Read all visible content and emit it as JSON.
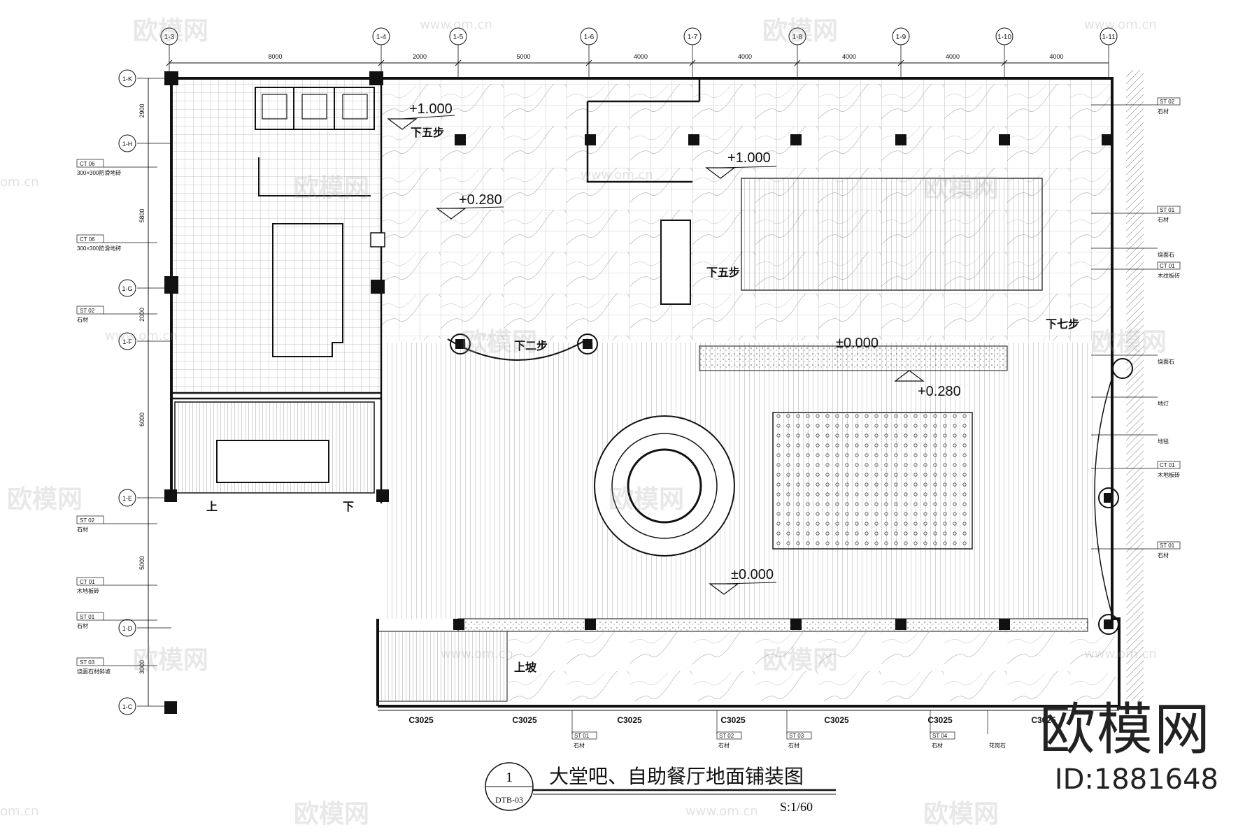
{
  "grid": {
    "columns": [
      "1-3",
      "1-4",
      "1-5",
      "1-6",
      "1-7",
      "1-8",
      "1-9",
      "1-10",
      "1-11"
    ],
    "column_dims": [
      "8000",
      "2000",
      "5000",
      "4000",
      "4000",
      "4000",
      "4000",
      "4000"
    ],
    "rows": [
      "1-K",
      "1-H",
      "1-G",
      "1-F",
      "1-E",
      "1-D",
      "1-C"
    ],
    "row_dims": [
      "2900",
      "5800",
      "2000",
      "6000",
      "5000",
      "3000"
    ]
  },
  "levels": {
    "upper": "+1.000",
    "upper2": "+1.000",
    "mid": "+0.280",
    "mid2": "+0.280",
    "step_band": "±0.000",
    "main": "±0.000"
  },
  "step_notes": {
    "down_five_a": "下五步",
    "down_five_b": "下五步",
    "down_two": "下二步",
    "down_seven": "下七步",
    "up_ramp": "上坡",
    "stair_up": "上",
    "stair_down": "下"
  },
  "left_tags": [
    {
      "code": "CT 06",
      "text": "300×300防滑地砖"
    },
    {
      "code": "CT 06",
      "text": "300×300防滑地砖"
    },
    {
      "code": "ST 02",
      "text": "石材"
    },
    {
      "code": "ST 02",
      "text": "石材"
    },
    {
      "code": "CT 01",
      "text": "木地板砖"
    },
    {
      "code": "ST 01",
      "text": "石材"
    },
    {
      "code": "ST 03",
      "text": "烧面石材斜坡"
    }
  ],
  "right_tags": [
    {
      "code": "ST 02",
      "text": "石材"
    },
    {
      "code": "ST 01",
      "text": "石材"
    },
    {
      "code": "",
      "text": "烧面石"
    },
    {
      "code": "CT 01",
      "text": "木纹板砖"
    },
    {
      "code": "",
      "text": "烧面石"
    },
    {
      "code": "",
      "text": "地灯"
    },
    {
      "code": "",
      "text": "地毯"
    },
    {
      "code": "CT 01",
      "text": "木地板砖"
    },
    {
      "code": "ST 01",
      "text": "石材"
    }
  ],
  "bottom_tags": [
    {
      "code": "ST 01",
      "text": "石材"
    },
    {
      "code": "ST 02",
      "text": "石材"
    },
    {
      "code": "ST 03",
      "text": "石材"
    },
    {
      "code": "ST 04",
      "text": "石材"
    },
    {
      "code": "",
      "text": "花岗石"
    }
  ],
  "windows": [
    "C3025",
    "C3025",
    "C3025",
    "C3025",
    "C3025",
    "C3025",
    "C3025"
  ],
  "title_block": {
    "number": "1",
    "sheet": "DTB-03",
    "title": "大堂吧、自助餐厅地面铺装图",
    "scale": "S:1/60"
  },
  "watermark": {
    "brand": "欧模网",
    "url": "www.om.cn",
    "id": "ID:1881648",
    "url_fragment": "om.cn"
  },
  "colors": {
    "line": "#111111",
    "hatch": "#777777",
    "watermark": "#b0b0b0"
  }
}
